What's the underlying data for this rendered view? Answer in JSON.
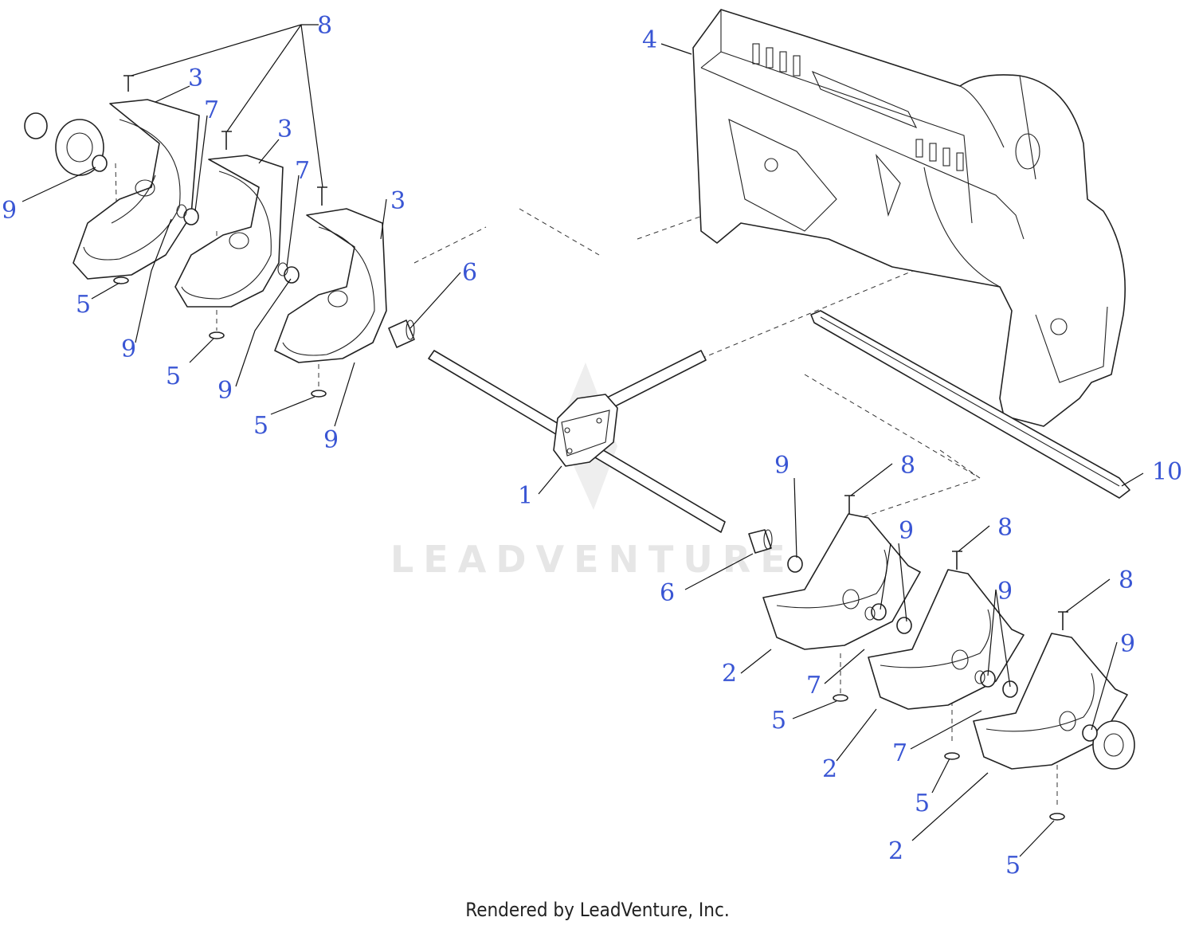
{
  "watermark": "LEADVENTURE",
  "footer": "Rendered by LeadVenture, Inc.",
  "callout_color": "#3a56d4",
  "callouts": {
    "c1": "1",
    "c2a": "2",
    "c2b": "2",
    "c2c": "2",
    "c3a": "3",
    "c3b": "3",
    "c3c": "3",
    "c4": "4",
    "c5a": "5",
    "c5b": "5",
    "c5c": "5",
    "c5d": "5",
    "c5e": "5",
    "c5f": "5",
    "c6a": "6",
    "c6b": "6",
    "c7a": "7",
    "c7b": "7",
    "c7c": "7",
    "c7d": "7",
    "c8a": "8",
    "c8b": "8",
    "c8c": "8",
    "c8d": "8",
    "c9a": "9",
    "c9b": "9",
    "c9c": "9",
    "c9d": "9",
    "c9e": "9",
    "c9f": "9",
    "c9g": "9",
    "c9h": "9",
    "c10": "10"
  }
}
